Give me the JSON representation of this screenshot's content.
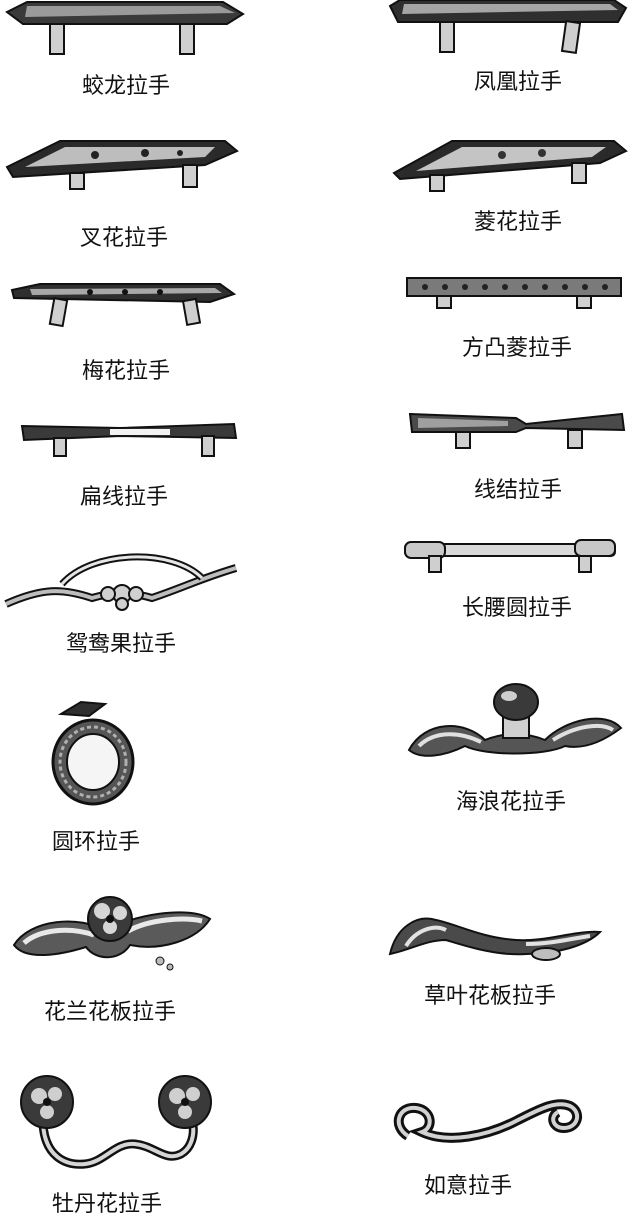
{
  "colors": {
    "ink": "#111111",
    "metal_dark": "#2a2a2a",
    "metal_mid": "#8a8a8a",
    "metal_light": "#d9d9d9",
    "background": "#ffffff"
  },
  "handles": [
    {
      "label": "蛟龙拉手",
      "icon": "flat-bar-handle-icon"
    },
    {
      "label": "凤凰拉手",
      "icon": "flat-bar-handle-icon"
    },
    {
      "label": "叉花拉手",
      "icon": "pointed-bar-handle-icon"
    },
    {
      "label": "菱花拉手",
      "icon": "pointed-bar-handle-icon"
    },
    {
      "label": "梅花拉手",
      "icon": "thin-bar-handle-icon"
    },
    {
      "label": "方凸菱拉手",
      "icon": "beaded-bar-handle-icon"
    },
    {
      "label": "扁线拉手",
      "icon": "flat-wire-handle-icon"
    },
    {
      "label": "线结拉手",
      "icon": "knotted-wire-handle-icon"
    },
    {
      "label": "鸳鸯果拉手",
      "icon": "arched-fruit-handle-icon"
    },
    {
      "label": "长腰圆拉手",
      "icon": "round-bar-handle-icon"
    },
    {
      "label": "圆环拉手",
      "icon": "ring-handle-icon"
    },
    {
      "label": "海浪花拉手",
      "icon": "wave-knob-handle-icon"
    },
    {
      "label": "花兰花板拉手",
      "icon": "floral-plate-handle-icon"
    },
    {
      "label": "草叶花板拉手",
      "icon": "leaf-plate-handle-icon"
    },
    {
      "label": "牡丹花拉手",
      "icon": "peony-bail-handle-icon"
    },
    {
      "label": "如意拉手",
      "icon": "ruyi-handle-icon"
    }
  ]
}
